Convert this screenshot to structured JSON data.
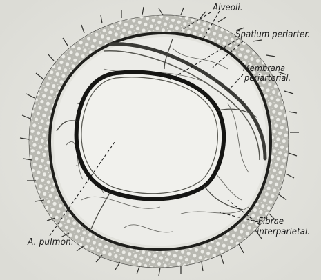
{
  "figure": {
    "labels": {
      "alveoli": "Alveoli.",
      "spatium": "Spatium periarter.",
      "membrana_line1": "Membrana",
      "membrana_line2": "periarterial.",
      "fibrae_line1": "Fibrae",
      "fibrae_line2": "interparietal.",
      "apulmon": "A. pulmon."
    }
  }
}
